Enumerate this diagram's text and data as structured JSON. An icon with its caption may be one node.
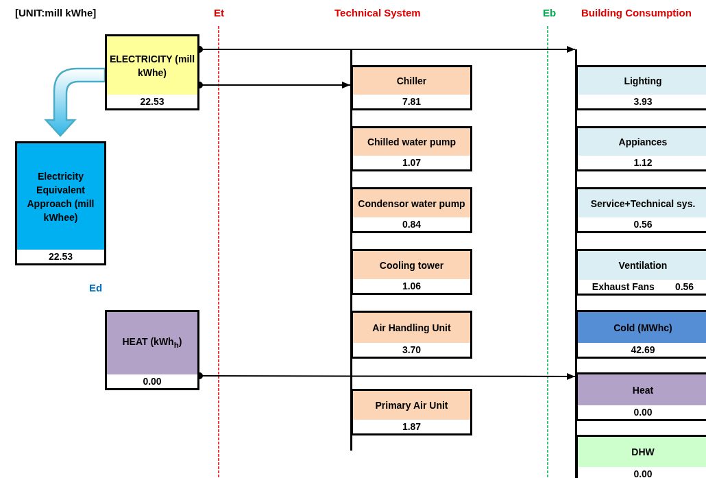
{
  "diagram": {
    "nodes": [
      {
        "text": [
          "ELECTRICITY (mill kWhe)",
          "22.53"
        ]
      },
      {
        "text": [
          "Electricity Equivalent Approach (mill kWhee)",
          "22.53"
        ]
      },
      {
        "text": [
          "HEAT (kWh$_{h}$)",
          "0.00"
        ]
      },
      {
        "text": [],
        "shape": "bar"
      },
      {
        "text": [
          "Chiller",
          "7.81"
        ]
      },
      {
        "text": [
          "Chilled water pump",
          "1.07"
        ]
      },
      {
        "text": [
          "Condensor water pump",
          "0.84"
        ]
      },
      {
        "text": [
          "Cooling tower",
          "1.06"
        ]
      },
      {
        "text": [
          "Air Handling Unit",
          "3.70"
        ]
      },
      {
        "text": [
          "Primary Air Unit",
          "1.87"
        ]
      },
      {
        "text": [],
        "shape": "bar"
      },
      {
        "text": [
          "Lighting",
          "3.93"
        ]
      },
      {
        "text": [
          "Appiances",
          "1.12"
        ]
      },
      {
        "text": [
          "Service+Technical sys.",
          "0.56"
        ]
      },
      {
        "text": [
          "Ventilation",
          "Exhaust Fans",
          "0.56"
        ]
      },
      {
        "text": [
          "Cold (MWhc)",
          "42.69"
        ]
      },
      {
        "text": [
          "Heat",
          "0.00"
        ]
      },
      {
        "text": [
          "DHW",
          "0.00"
        ]
      }
    ],
    "edges": [
      {
        "from": 0,
        "to": 1,
        "arrow": "to",
        "style": "thick",
        "color": "#4bacc6"
      },
      {
        "from": 0,
        "to": 10,
        "arrow": "to"
      },
      {
        "from": 0,
        "to": 3,
        "arrow": "to"
      },
      {
        "from": 2,
        "to": 10,
        "arrow": "to"
      }
    ],
    "labels": [
      "[UNIT:mill kWhe]",
      "Et",
      "Technical System",
      "Eb",
      "Building Consumption",
      "Ed"
    ]
  }
}
